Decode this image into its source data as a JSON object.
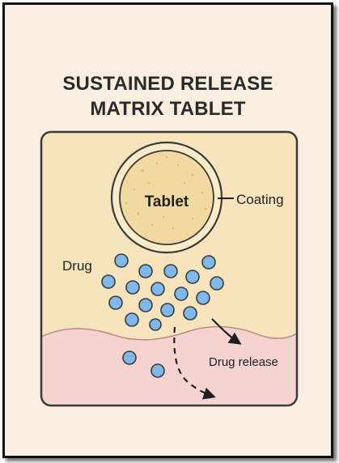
{
  "title": {
    "line1": "SUSTAINED RELEASE",
    "line2": "MATRIX TABLET"
  },
  "labels": {
    "tablet": "Tablet",
    "coating": "Coating",
    "drug": "Drug",
    "drug_release": "Drug release"
  },
  "colors": {
    "background": "#faeee0",
    "panel": "#f8e4bc",
    "tablet_fill": "#f1d9a1",
    "coating_ring": "#faebc9",
    "tissue": "#f5d3d1",
    "drug_particle": "#7fb8ea",
    "outline": "#3a3a3a"
  }
}
